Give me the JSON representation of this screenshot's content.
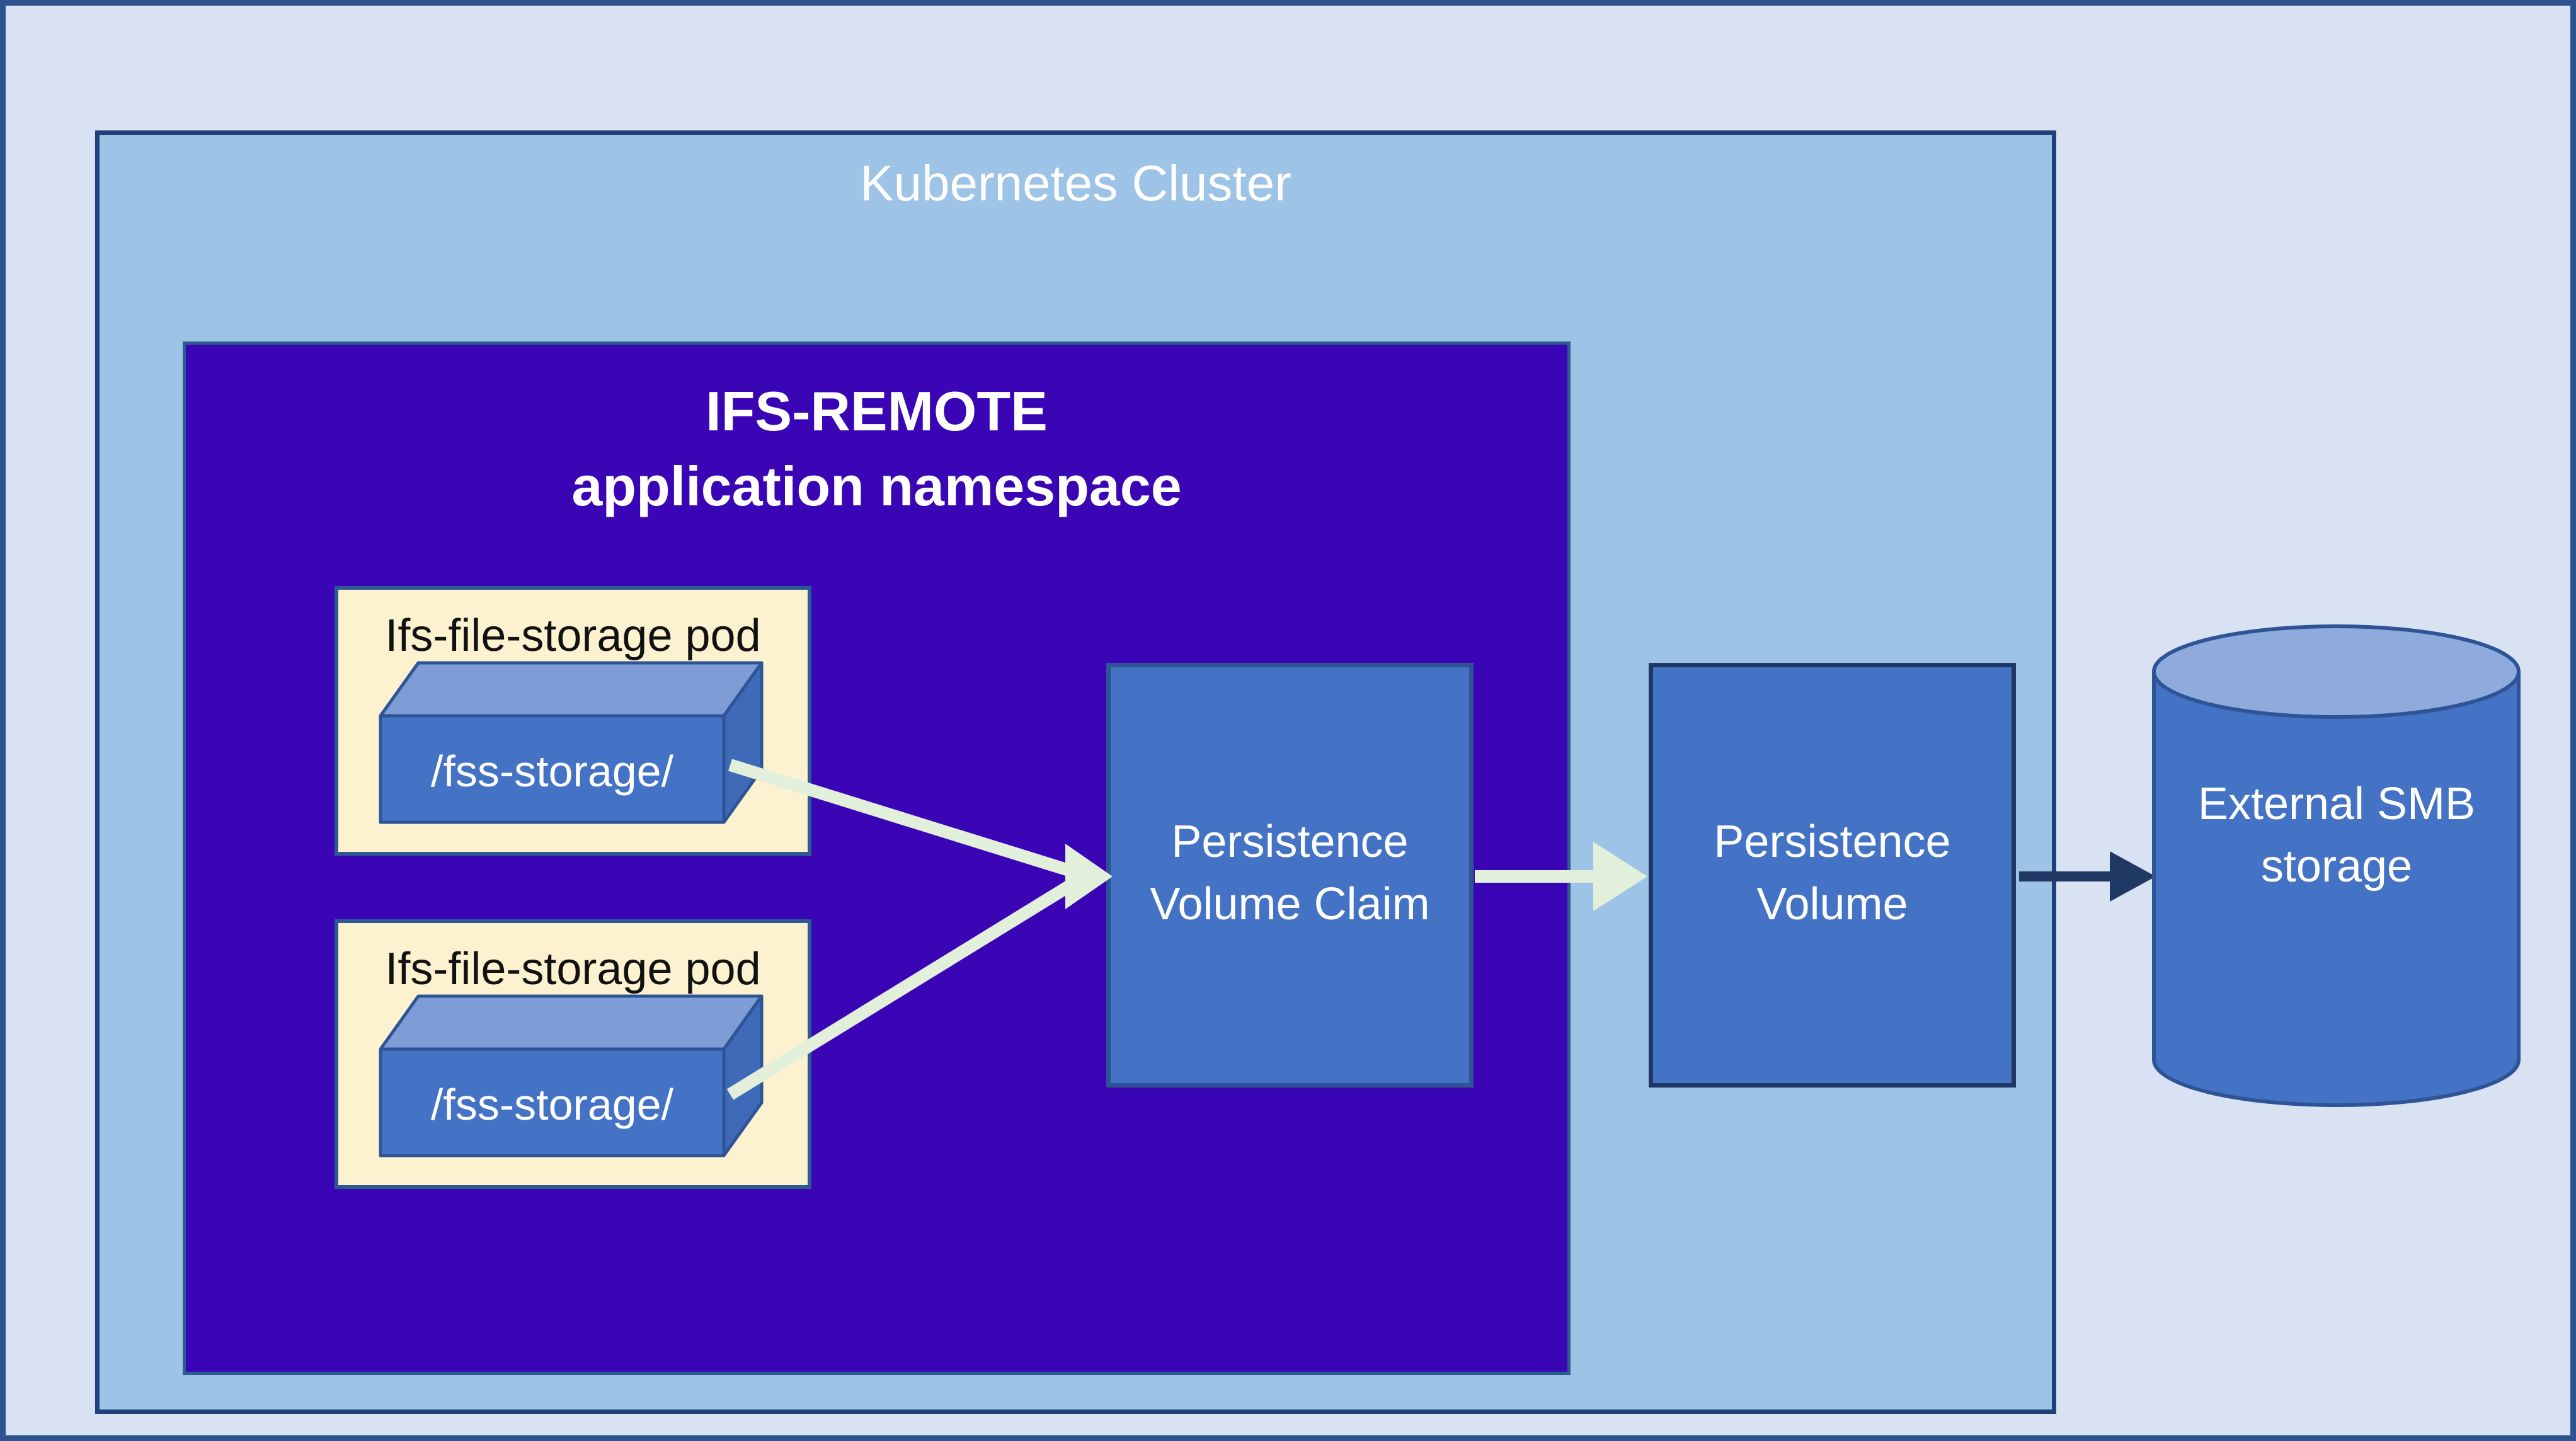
{
  "diagram": {
    "cluster": {
      "title": "Kubernetes Cluster"
    },
    "namespace": {
      "title_line1": "IFS-REMOTE",
      "title_line2": "application namespace"
    },
    "pods": [
      {
        "title": "Ifs-file-storage pod",
        "volume_path": "/fss-storage/"
      },
      {
        "title": "Ifs-file-storage pod",
        "volume_path": "/fss-storage/"
      }
    ],
    "pvc": {
      "label_line1": "Persistence",
      "label_line2": "Volume Claim"
    },
    "pv": {
      "label_line1": "Persistence",
      "label_line2": "Volume"
    },
    "external_storage": {
      "label_line1": "External SMB",
      "label_line2": "storage"
    }
  },
  "colors": {
    "page_background": "#D9E2F3",
    "outer_border": "#2E538F",
    "cluster_fill": "#9DC3E6",
    "cluster_border": "#1F4177",
    "namespace_fill": "#3A06B5",
    "namespace_border": "#2E5B8F",
    "pod_fill": "#FDF2D0",
    "pod_border": "#2E5B8F",
    "shape_blue_fill": "#4472C4",
    "shape_blue_border": "#2F5496",
    "pv_border": "#1F3864",
    "cuboid_front": "#4472C4",
    "cuboid_top": "#7E9DD7",
    "cuboid_side": "#3E6AB8",
    "cylinder_body": "#4472C4",
    "cylinder_top": "#8FAADC",
    "arrow_pale_green": "#E2EFDA",
    "arrow_dark_navy": "#1F3864",
    "title_text": "#FFFFFF",
    "pod_title_text": "#111111"
  }
}
